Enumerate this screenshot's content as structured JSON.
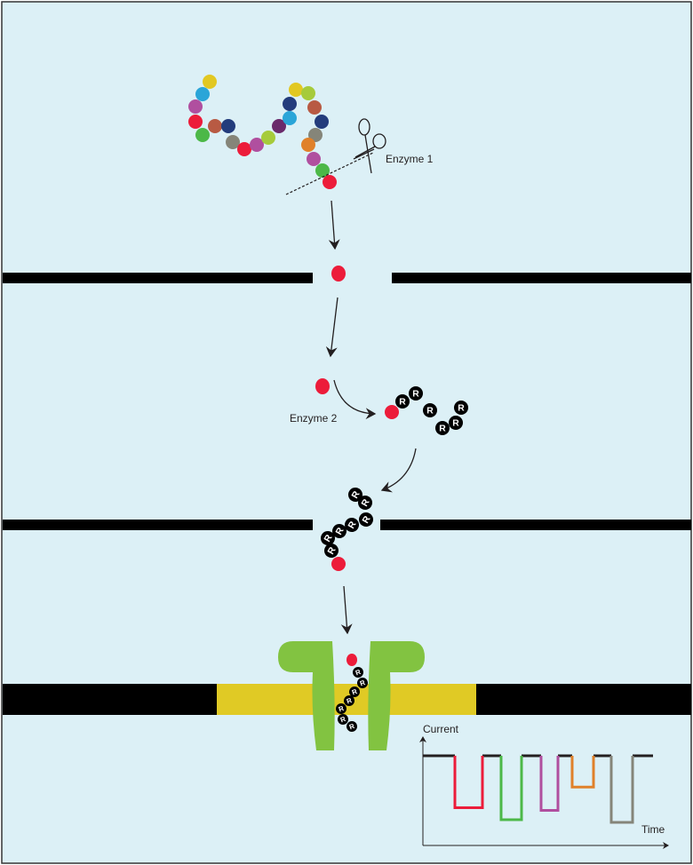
{
  "labels": {
    "enzyme1": "Enzyme 1",
    "enzyme2": "Enzyme 2",
    "current_axis": "Current",
    "time_axis": "Time",
    "tag_letter": "R"
  },
  "colors": {
    "background": "#dcf0f6",
    "membrane": "#000000",
    "lipid": "#e0ca25",
    "pore": "#82c341",
    "nucleotide": "#ec1c3a"
  },
  "chain_colors": [
    "#e2c822",
    "#2aa5d8",
    "#b04f9f",
    "#ec1c3a",
    "#4cb848",
    "#b85a43",
    "#233c7c",
    "#858579",
    "#ec1c3a",
    "#b04f9f",
    "#a6cb3b",
    "#6a2a6b",
    "#2aa5d8",
    "#233c7c",
    "#e2c822",
    "#a6cb3b",
    "#b85a43",
    "#233c7c",
    "#858579",
    "#e0812a",
    "#b04f9f",
    "#4cb848",
    "#ec1c3a"
  ],
  "trace_dips": [
    {
      "color": "#ec1c3a",
      "level": 0.78
    },
    {
      "color": "#4cb848",
      "level": 0.96
    },
    {
      "color": "#b04f9f",
      "level": 0.82
    },
    {
      "color": "#e0812a",
      "level": 0.47
    },
    {
      "color": "#858579",
      "level": 1.0
    }
  ]
}
